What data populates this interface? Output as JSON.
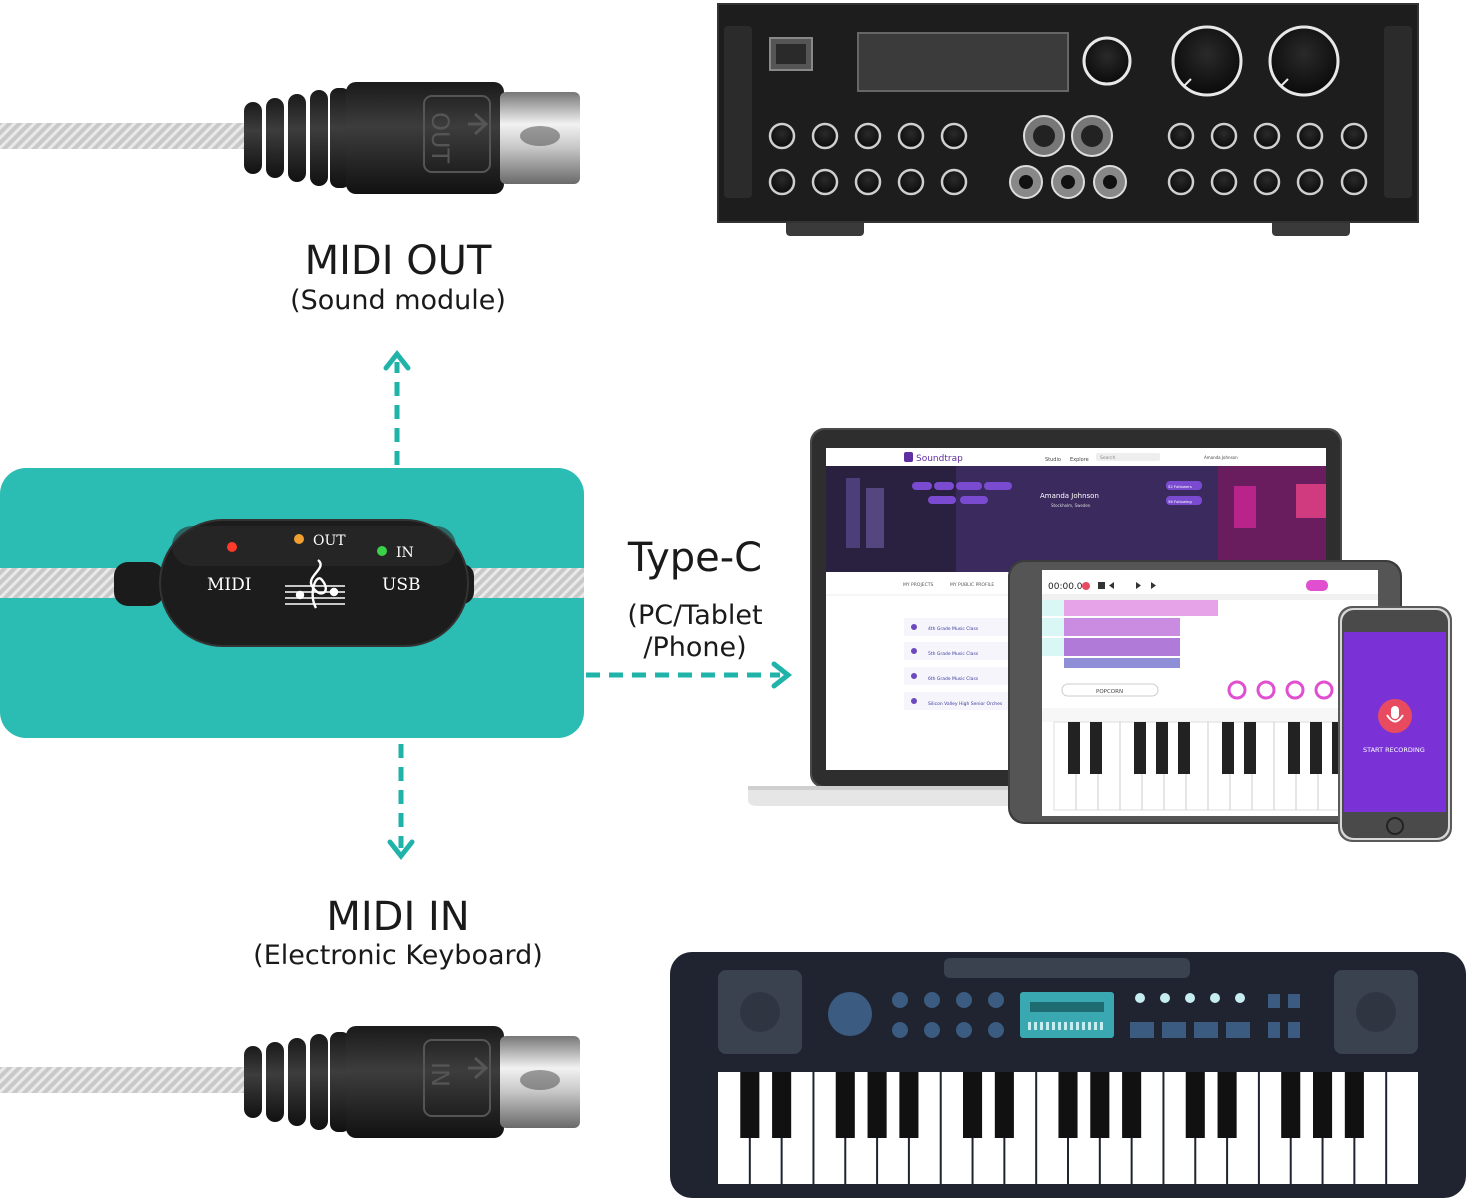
{
  "midi_out": {
    "title": "MIDI OUT",
    "subtitle": "(Sound module)",
    "connector_text": "OUT"
  },
  "midi_in": {
    "title": "MIDI IN",
    "subtitle": "(Electronic Keyboard)",
    "connector_text": "IN"
  },
  "type_c": {
    "title": "Type-C",
    "subtitle_line1": "(PC/Tablet",
    "subtitle_line2": "/Phone)"
  },
  "interface": {
    "midi": "MIDI",
    "out": "OUT",
    "in": "IN",
    "usb": "USB"
  },
  "laptop_app": {
    "brand": "Soundtrap",
    "nav": [
      "Studio",
      "Explore"
    ],
    "search_placeholder": "Search",
    "user_short": "Amanda Johnson",
    "profile_name": "Amanda Johnson",
    "profile_location": "Stockholm, Sweden",
    "followers": "52 Followers",
    "following": "56 Following",
    "tabs": [
      "MY PROJECTS",
      "MY PUBLIC PROFILE"
    ],
    "classes": [
      "4th Grade Music Class",
      "5th Grade Music Class",
      "6th Grade Music Class",
      "Silicon Valley High Senior Orches"
    ]
  },
  "tablet_app": {
    "time": "00:00.0",
    "instrument": "POPCORN"
  },
  "phone_app": {
    "record_label": "START RECORDING"
  },
  "colors": {
    "teal": "#2bbcb3",
    "arrow": "#1fb3aa",
    "dark": "#1e1e20",
    "keyboard": "#1f2430",
    "accent_blue": "#3b5b80",
    "soundtrap_purple": "#5f2ea0",
    "phone_purple": "#7a32d6"
  }
}
